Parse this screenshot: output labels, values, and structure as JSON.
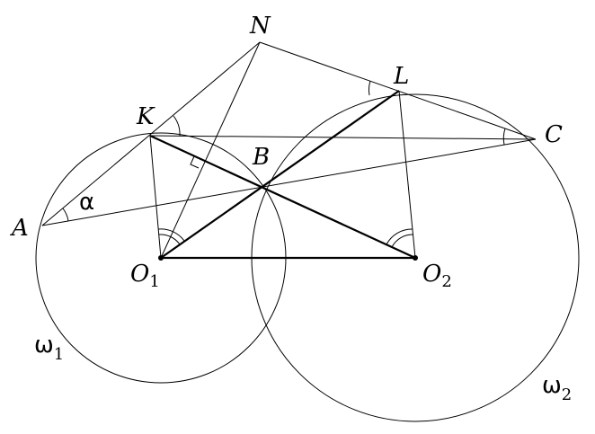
{
  "labels": {
    "N": "N",
    "L": "L",
    "K": "K",
    "B": "B",
    "C": "C",
    "A": "A",
    "alpha": "α",
    "O1": "O",
    "O1_sub": "1",
    "O2": "O",
    "O2_sub": "2",
    "omega1": "ω",
    "omega1_sub": "1",
    "omega2": "ω",
    "omega2_sub": "2"
  }
}
